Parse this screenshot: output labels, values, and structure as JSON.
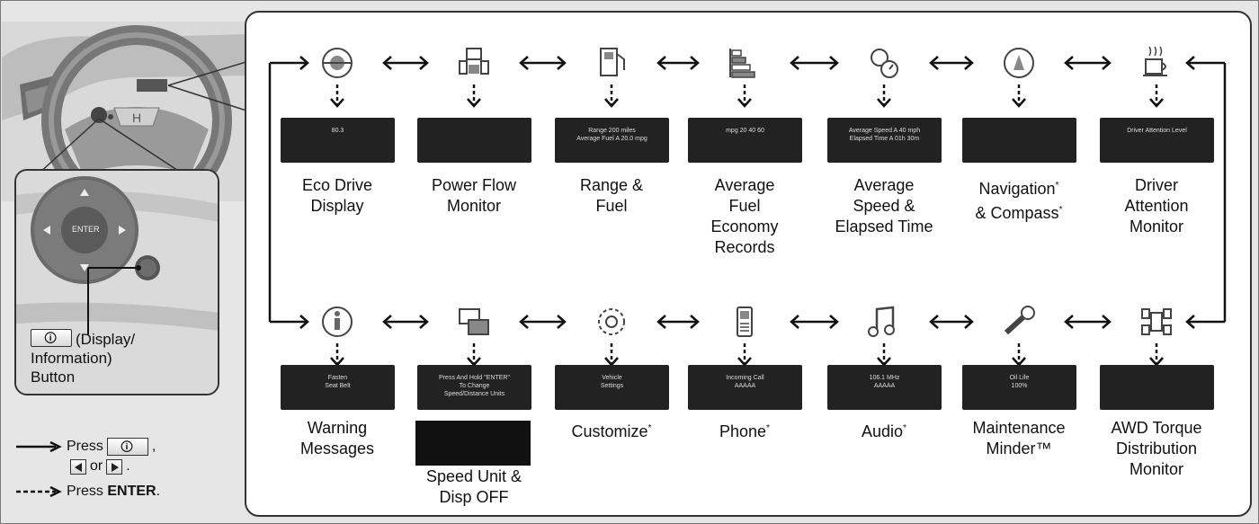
{
  "top_row": [
    {
      "icon": "eco-drive-icon",
      "label": "Eco Drive\nDisplay",
      "thumb": "80.3",
      "asterisk": false
    },
    {
      "icon": "power-flow-icon",
      "label": "Power Flow\nMonitor",
      "thumb": "",
      "asterisk": false
    },
    {
      "icon": "fuel-pump-icon",
      "label": "Range &\nFuel",
      "thumb": "Range 200 miles\nAverage Fuel A 20.0 mpg",
      "asterisk": false
    },
    {
      "icon": "bar-chart-icon",
      "label": "Average\nFuel\nEconomy\nRecords",
      "thumb": "mpg 20 40 60",
      "asterisk": false
    },
    {
      "icon": "speed-time-icon",
      "label": "Average\nSpeed &\nElapsed Time",
      "thumb": "Average Speed A 40 mph\nElapsed Time A 01h 30m",
      "asterisk": false
    },
    {
      "icon": "compass-icon",
      "label": "Navigation\n& Compass",
      "thumb": "",
      "asterisk": true
    },
    {
      "icon": "coffee-cup-icon",
      "label": "Driver\nAttention\nMonitor",
      "thumb": "Driver Attention Level",
      "asterisk": false
    }
  ],
  "bottom_row": [
    {
      "icon": "info-i-icon",
      "label": "Warning\nMessages",
      "thumb": "Fasten\nSeat Belt",
      "asterisk": false
    },
    {
      "icon": "speed-unit-icon",
      "label": "Speed Unit &\nDisp OFF",
      "thumb": "Press And Hold \"ENTER\"\nTo Change\nSpeed/Distance Units",
      "asterisk": false
    },
    {
      "icon": "gear-icon",
      "label": "Customize",
      "thumb": "Vehicle\nSettings",
      "asterisk": true
    },
    {
      "icon": "phone-icon",
      "label": "Phone",
      "thumb": "Incoming Call\nAAAAA",
      "asterisk": true
    },
    {
      "icon": "music-note-icon",
      "label": "Audio",
      "thumb": "106.1 MHz\nAAAAA",
      "asterisk": true
    },
    {
      "icon": "wrench-icon",
      "label": "Maintenance\nMinder™",
      "thumb": "Oil Life\n100%",
      "asterisk": false
    },
    {
      "icon": "awd-icon",
      "label": "AWD Torque\nDistribution\nMonitor",
      "thumb": "",
      "asterisk": false
    }
  ],
  "inset": {
    "enter_label": "ENTER",
    "button_caption_1": "(Display/",
    "button_caption_2": "Information)",
    "button_caption_3": "Button"
  },
  "legend": {
    "press": "Press",
    "or": "or",
    "comma": ",",
    "period": ".",
    "press_enter_prefix": "Press ",
    "press_enter_key": "ENTER",
    "press_enter_suffix": "."
  },
  "colors": {
    "panel_border": "#333333",
    "background": "#e6e6e6",
    "thumb_bg": "#222222"
  }
}
